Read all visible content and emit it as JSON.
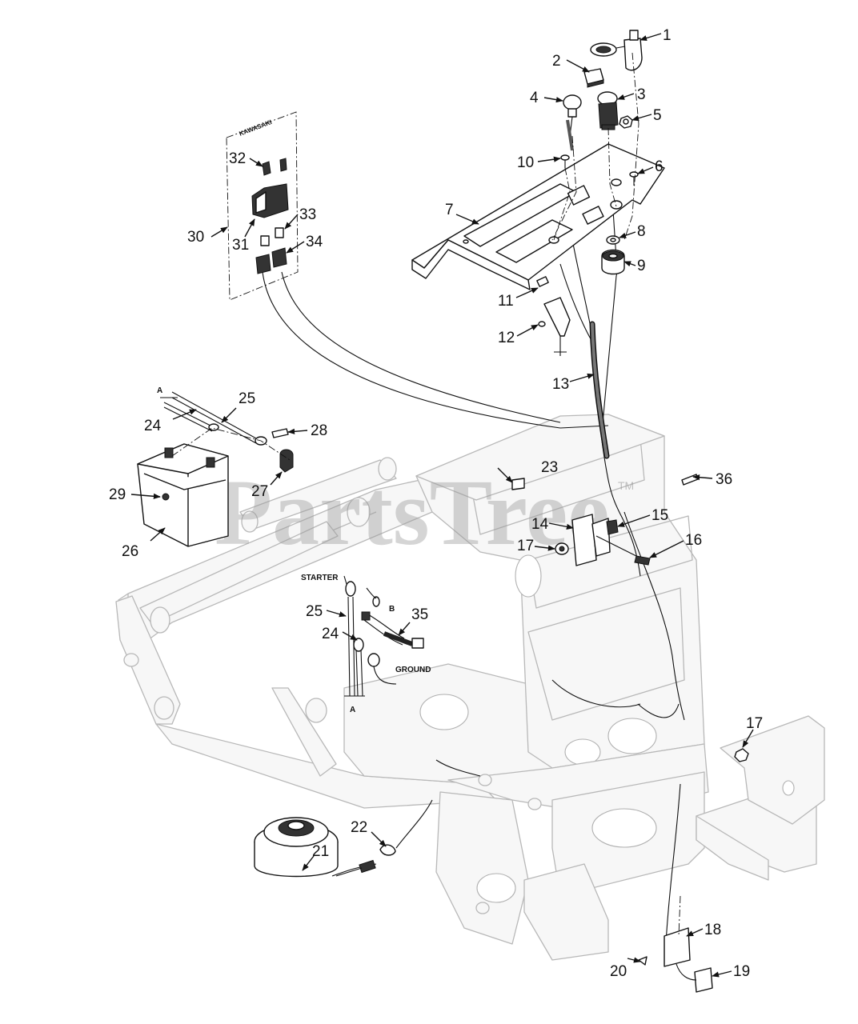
{
  "diagram": {
    "watermark": "PartsTree",
    "watermark_tm": "TM",
    "engine_label": "KAWASAKI",
    "callouts": [
      "1",
      "2",
      "3",
      "4",
      "5",
      "6",
      "7",
      "8",
      "9",
      "10",
      "11",
      "12",
      "13",
      "14",
      "15",
      "16",
      "17",
      "17",
      "18",
      "19",
      "20",
      "21",
      "22",
      "23",
      "24",
      "24",
      "25",
      "25",
      "26",
      "27",
      "28",
      "29",
      "30",
      "31",
      "32",
      "33",
      "34",
      "35",
      "36"
    ],
    "cable_labels": {
      "starter": "STARTER",
      "ground": "GROUND",
      "b": "B",
      "a_top": "A",
      "a_bottom": "A"
    }
  }
}
